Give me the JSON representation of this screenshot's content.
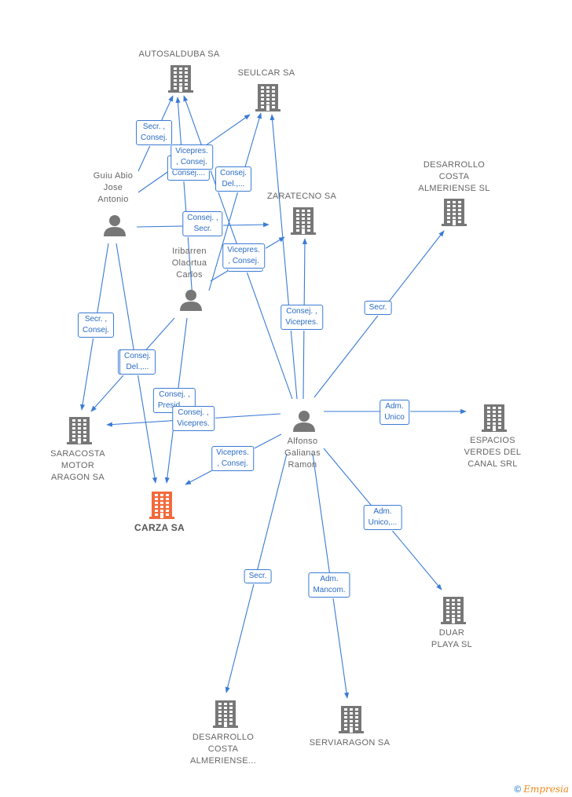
{
  "colors": {
    "edge": "#3a7bd5",
    "company_icon": "#777777",
    "highlight": "#f26a3c",
    "person_icon": "#777777"
  },
  "nodes": {
    "autosalduba": {
      "label": [
        "AUTOSALDUBA SA"
      ],
      "type": "company"
    },
    "seulcar": {
      "label": [
        "SEULCAR SA"
      ],
      "type": "company"
    },
    "desarrollo1": {
      "label": [
        "DESARROLLO",
        "COSTA",
        "ALMERIENSE SL"
      ],
      "type": "company"
    },
    "zaratecno": {
      "label": [
        "ZARATECNO SA"
      ],
      "type": "company"
    },
    "guiu": {
      "label": [
        "Guiu Abio",
        "Jose",
        "Antonio"
      ],
      "type": "person"
    },
    "iribarren": {
      "label": [
        "Iribarren",
        "Olaortua",
        "Carlos"
      ],
      "type": "person"
    },
    "alfonso": {
      "label": [
        "Alfonso",
        "Galianas",
        "Ramon"
      ],
      "type": "person"
    },
    "espacios": {
      "label": [
        "ESPACIOS",
        "VERDES DEL",
        "CANAL SRL"
      ],
      "type": "company"
    },
    "saracosta": {
      "label": [
        "SARACOSTA",
        "MOTOR",
        "ARAGON SA"
      ],
      "type": "company"
    },
    "carza": {
      "label": [
        "CARZA SA"
      ],
      "type": "company",
      "highlight": true
    },
    "duar": {
      "label": [
        "DUAR",
        "PLAYA SL"
      ],
      "type": "company"
    },
    "desarrollo2": {
      "label": [
        "DESARROLLO",
        "COSTA",
        "ALMERIENSE..."
      ],
      "type": "company"
    },
    "serviaragon": {
      "label": [
        "SERVIARAGON SA"
      ],
      "type": "company"
    }
  },
  "edges": [
    {
      "from": "guiu",
      "to": "autosalduba",
      "label": [
        "Secr. ,",
        "Consej."
      ]
    },
    {
      "from": "guiu",
      "to": "seulcar",
      "label": [
        "Secr. ,",
        "Consej."
      ]
    },
    {
      "from": "guiu",
      "to": "zaratecno",
      "label": [
        "Consej. ,",
        "Secr."
      ]
    },
    {
      "from": "guiu",
      "to": "saracosta",
      "label": [
        "Secr. ,",
        "Consej."
      ]
    },
    {
      "from": "guiu",
      "to": "carza",
      "label": [
        "Consej.",
        "Del.,..."
      ]
    },
    {
      "from": "iribarren",
      "to": "autosalduba",
      "label": [
        "P...",
        "Consej...."
      ]
    },
    {
      "from": "iribarren",
      "to": "seulcar",
      "label": [
        "Consej.",
        "Del.,..."
      ]
    },
    {
      "from": "iribarren",
      "to": "zaratecno",
      "label": [
        "Consej.",
        "Del.,..."
      ]
    },
    {
      "from": "iribarren",
      "to": "saracosta",
      "label": [
        "Consej. ,",
        "Presid. ..."
      ]
    },
    {
      "from": "iribarren",
      "to": "carza",
      "label": [
        "Consej.",
        "Del.,..."
      ]
    },
    {
      "from": "alfonso",
      "to": "autosalduba",
      "label": [
        "Vicepres.",
        ", Consej."
      ]
    },
    {
      "from": "alfonso",
      "to": "seulcar",
      "label": [
        "Vicepres.",
        ", Consej."
      ]
    },
    {
      "from": "alfonso",
      "to": "zaratecno",
      "label": [
        "Consej. ,",
        "Vicepres."
      ]
    },
    {
      "from": "alfonso",
      "to": "desarrollo1",
      "label": [
        "Secr."
      ]
    },
    {
      "from": "alfonso",
      "to": "espacios",
      "label": [
        "Adm.",
        "Unico"
      ]
    },
    {
      "from": "alfonso",
      "to": "saracosta",
      "label": [
        "Consej. ,",
        "Vicepres."
      ]
    },
    {
      "from": "alfonso",
      "to": "carza",
      "label": [
        "Vicepres.",
        ", Consej."
      ]
    },
    {
      "from": "alfonso",
      "to": "duar",
      "label": [
        "Adm.",
        "Unico,..."
      ]
    },
    {
      "from": "alfonso",
      "to": "desarrollo2",
      "label": [
        "Secr."
      ]
    },
    {
      "from": "alfonso",
      "to": "serviaragon",
      "label": [
        "Adm.",
        "Mancom."
      ]
    }
  ],
  "footer": {
    "copyright": "©",
    "brand": "Empresia"
  }
}
